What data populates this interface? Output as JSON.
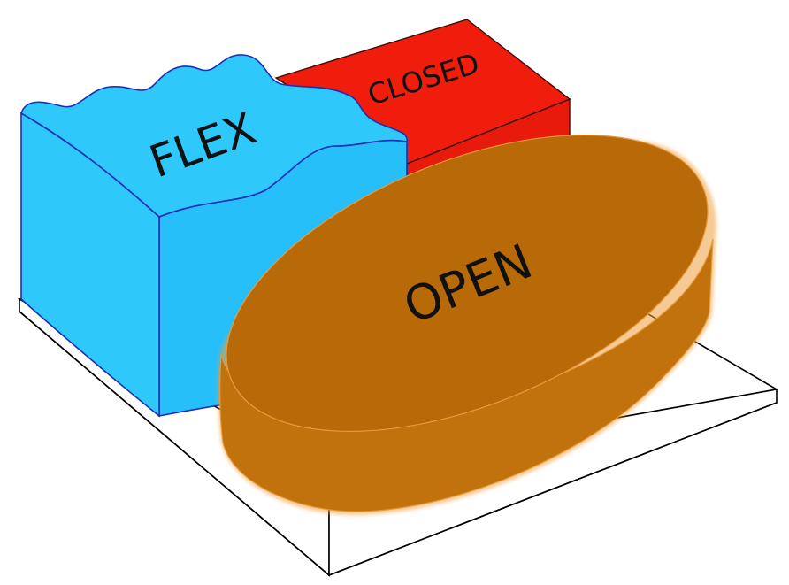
{
  "labels": {
    "flex": "FLEX",
    "closed": "CLOSED",
    "open": "OPEN"
  },
  "colors": {
    "background": "#ffffff",
    "base_top": "#ffffff",
    "base_outline": "#000000",
    "flex_top": "#2ec8fb",
    "flex_side": "#27bff9",
    "flex_edge": "#1b2fb8",
    "closed_top": "#f01c0c",
    "closed_side": "#e81a0b",
    "closed_edge": "#3a0d0a",
    "open_top": "#b86a08",
    "open_side": "#c2720c",
    "open_glow": "#f0a040",
    "text": "#111111"
  }
}
